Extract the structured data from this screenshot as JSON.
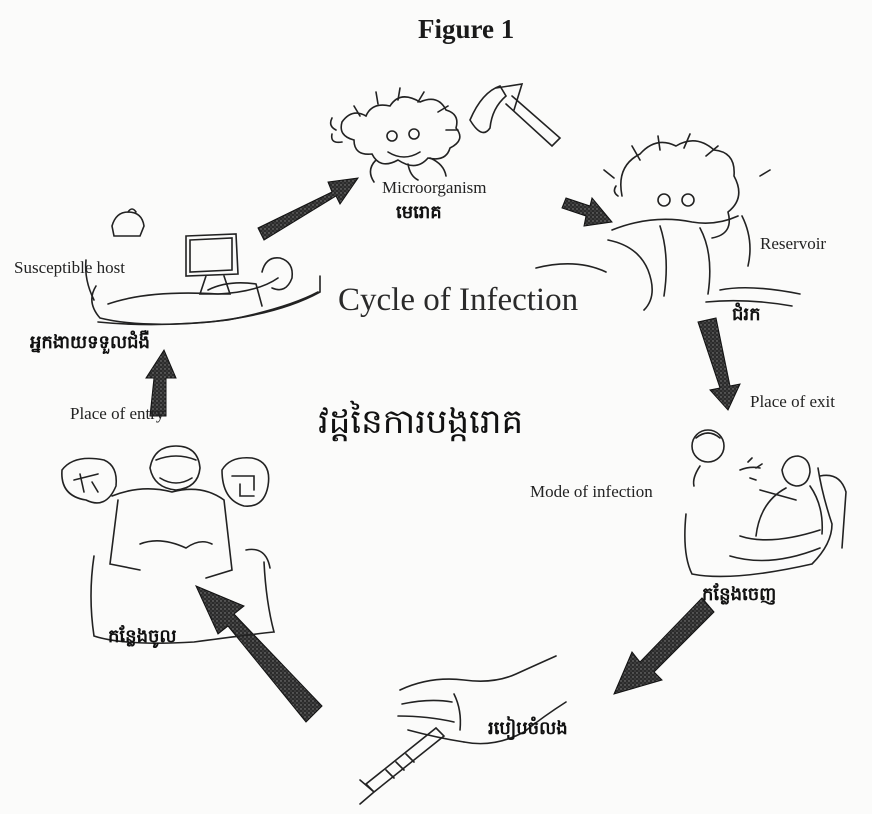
{
  "figure_title": "Figure 1",
  "center": {
    "title_en": "Cycle of Infection",
    "title_km": "វដ្តនៃការបង្ករោគ"
  },
  "stages": {
    "microorganism": {
      "label_en": "Microorganism",
      "label_km": "មេរោគ"
    },
    "reservoir": {
      "label_en": "Reservoir",
      "label_km": "ជំរក"
    },
    "place_of_exit": {
      "label_en": "Place of exit",
      "label_km": "កន្លែងចេញ"
    },
    "mode_of_infection": {
      "label_en": "Mode of infection",
      "label_km": "របៀបចំលង"
    },
    "place_of_entry": {
      "label_en": "Place of entry",
      "label_km": "កន្លែងចូល"
    },
    "susceptible_host": {
      "label_en": "Susceptible host",
      "label_km": "អ្នកងាយទទួលជំងឺ"
    }
  },
  "colors": {
    "ink": "#1a1a1a",
    "arrow_fill": "#3a3a3a",
    "paper": "#fbfbfa"
  }
}
